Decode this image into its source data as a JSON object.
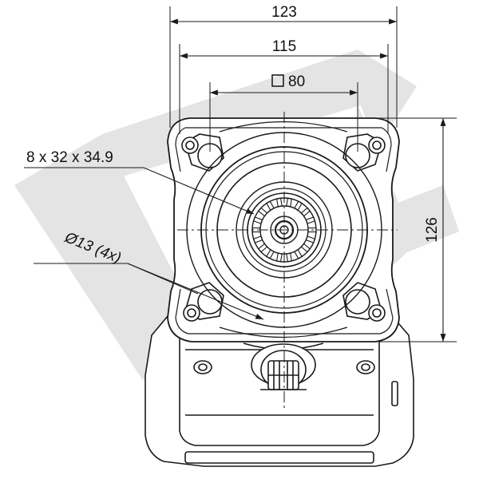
{
  "drawing": {
    "dimensions": {
      "width_overall": "123",
      "width_inner": "115",
      "square": "80",
      "height": "126",
      "spline": "8 x 32 x 34.9",
      "holes": "Ø13 (4x)"
    },
    "symbols": {
      "square_symbol": "square-outline-icon"
    },
    "colors": {
      "line": "#1a1a1a",
      "watermark": "#e3e3e3"
    }
  }
}
